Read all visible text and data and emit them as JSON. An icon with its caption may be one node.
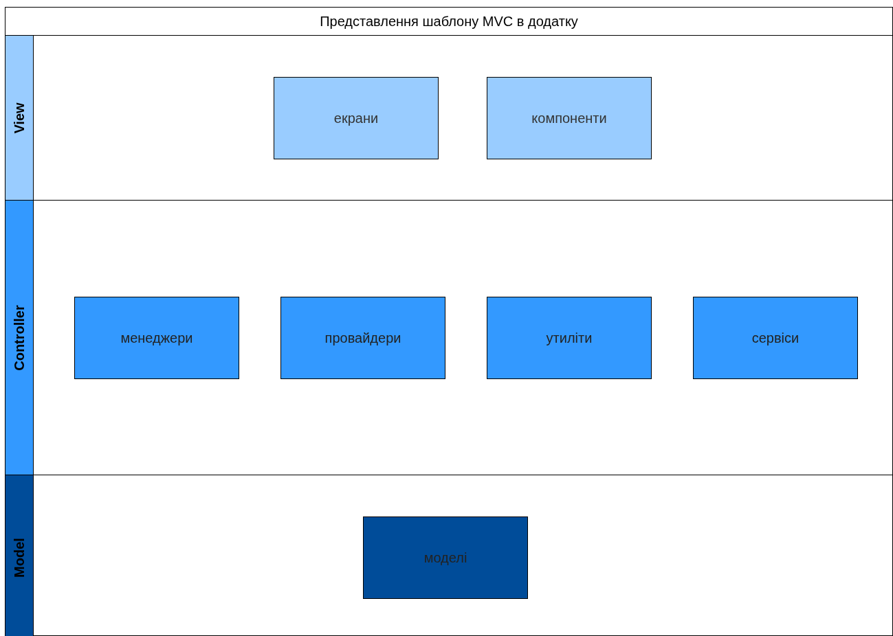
{
  "diagram": {
    "nodes": [
      {
        "text": [
          "Представлення шаблону MVC в додатку"
        ]
      },
      {
        "text": [
          "View"
        ],
        "in": 0
      },
      {
        "text": [
          "екрани"
        ],
        "in": 1
      },
      {
        "text": [
          "компоненти"
        ],
        "in": 1
      },
      {
        "text": [
          "Controller"
        ],
        "in": 0
      },
      {
        "text": [
          "менеджери"
        ],
        "in": 4
      },
      {
        "text": [
          "провайдери"
        ],
        "in": 4
      },
      {
        "text": [
          "утиліти"
        ],
        "in": 4
      },
      {
        "text": [
          "сервіси"
        ],
        "in": 4
      },
      {
        "text": [
          "Model"
        ],
        "in": 0
      },
      {
        "text": [
          "моделі"
        ],
        "in": 9
      }
    ],
    "edges": []
  }
}
